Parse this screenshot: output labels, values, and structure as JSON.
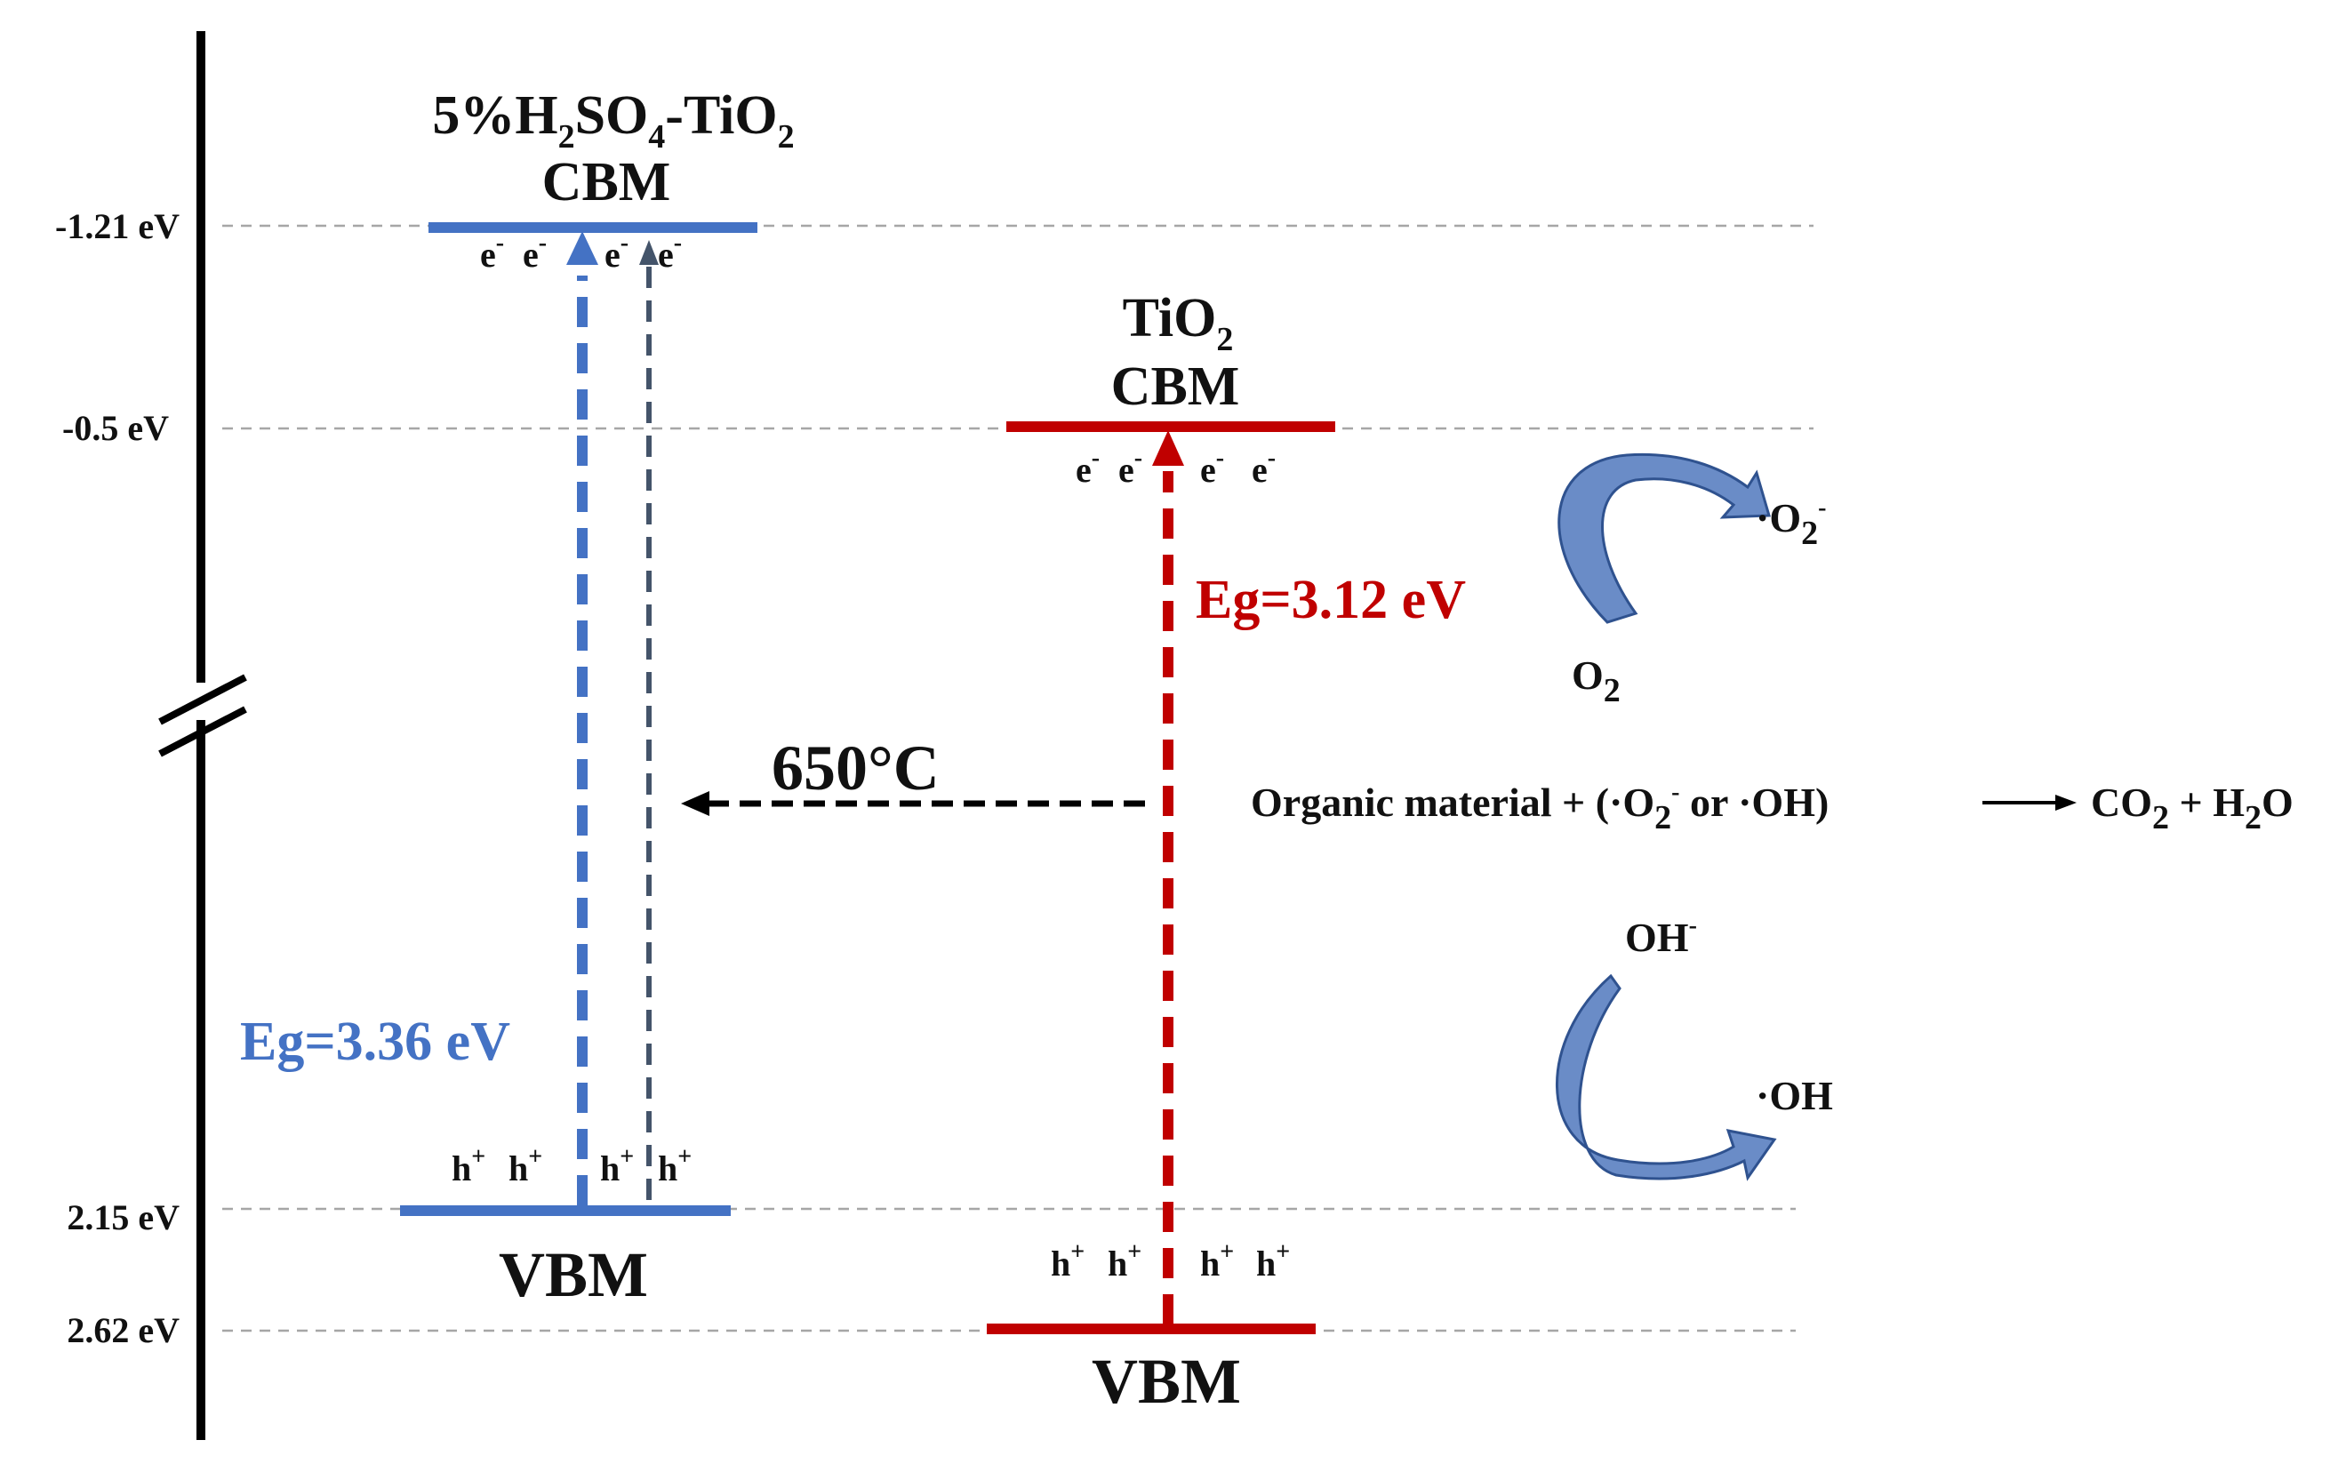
{
  "axis": {
    "ticks": [
      {
        "label": "-1.21 eV",
        "value": -1.21
      },
      {
        "label": "-0.5 eV",
        "value": -0.5
      },
      {
        "label": "2.15 eV",
        "value": 2.15
      },
      {
        "label": "2.62 eV",
        "value": 2.62
      }
    ]
  },
  "left_material": {
    "name_prefix": "5%H",
    "name_sub1": "2",
    "name_mid": "SO",
    "name_sub2": "4",
    "name_dash": "-TiO",
    "name_sub3": "2",
    "cbm_label": "CBM",
    "vbm_label": "VBM",
    "cbm_value": -1.21,
    "vbm_value": 2.15,
    "gap_label": "Eg=3.36 eV",
    "color": "#4472C4",
    "electrons": [
      "e",
      "e",
      "e",
      "e"
    ],
    "electron_charge": "-",
    "holes": [
      "h",
      "h",
      "h",
      "h"
    ],
    "hole_charge": "+"
  },
  "right_material": {
    "name_base": "TiO",
    "name_sub": "2",
    "cbm_label": "CBM",
    "vbm_label": "VBM",
    "cbm_value": -0.5,
    "vbm_value": 2.62,
    "gap_label": "Eg=3.12 eV",
    "color": "#C00000",
    "electrons": [
      "e",
      "e",
      "e",
      "e"
    ],
    "electron_charge": "-",
    "holes": [
      "h",
      "h",
      "h",
      "h"
    ],
    "hole_charge": "+"
  },
  "transition": {
    "label": "650°C"
  },
  "reactions": {
    "o2": {
      "base": "O",
      "sub": "2"
    },
    "superoxide": {
      "dot": "·O",
      "sub": "2",
      "sup": "-"
    },
    "hydroxide": {
      "base": "OH",
      "sup": "-"
    },
    "hydroxyl": {
      "label": "·OH"
    },
    "equation": {
      "lhs_a": "Organic material + (·O",
      "lhs_sub": "2",
      "lhs_sup": "-",
      "lhs_b": " or ·OH)",
      "rhs_a": "CO",
      "rhs_sub1": "2",
      "rhs_b": " + H",
      "rhs_sub2": "2",
      "rhs_c": "O"
    }
  },
  "colors": {
    "arrow_fill": "#6A8CC7",
    "arrow_stroke": "#2F528F",
    "gridline": "#A6A6A6"
  }
}
